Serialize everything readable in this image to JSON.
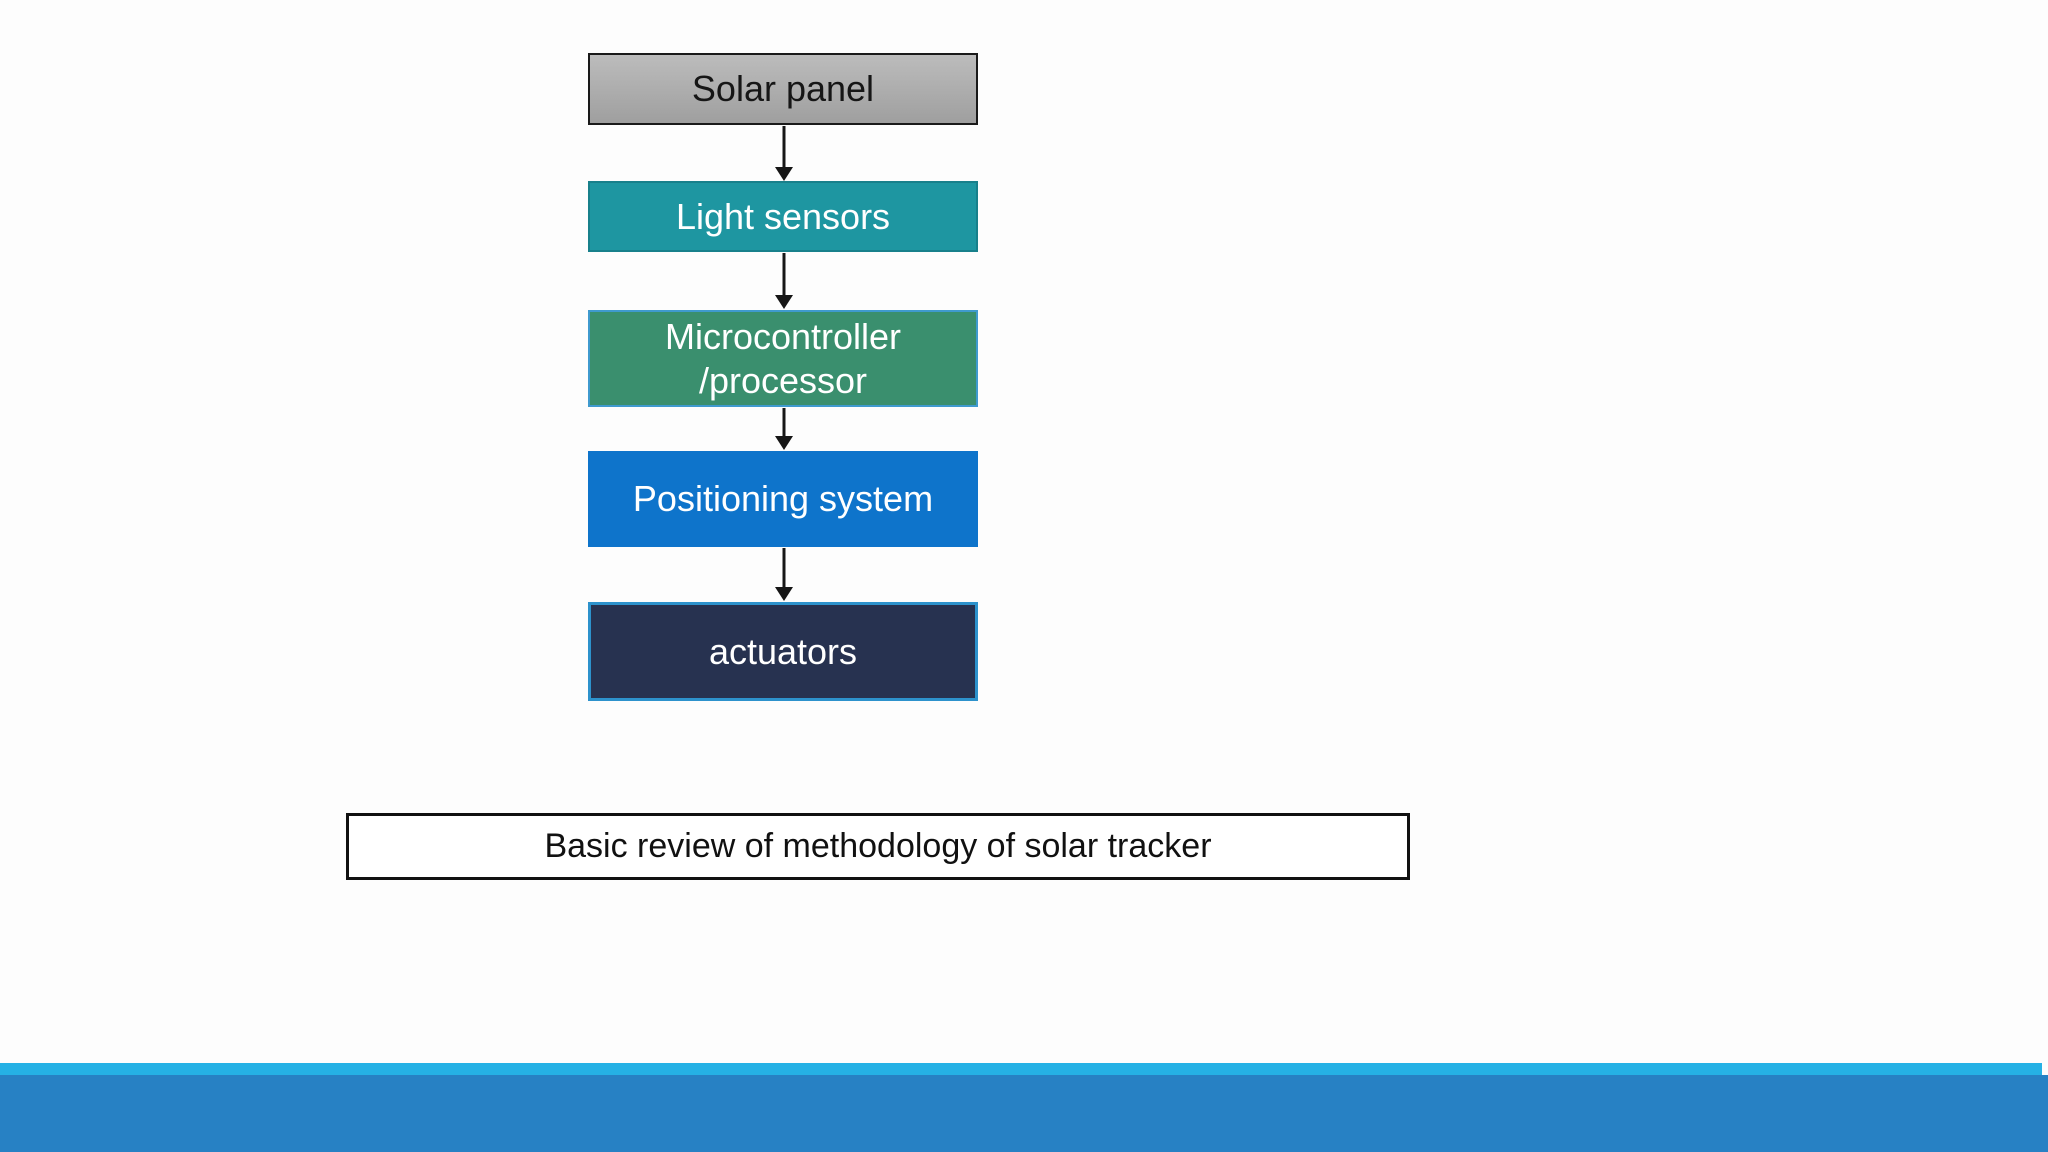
{
  "slide": {
    "background_color": "#fdfdfd",
    "flow": {
      "arrow_color": "#161616",
      "boxes": [
        {
          "id": "solar-panel",
          "label": "Solar panel",
          "fill_top": "#bcbcbc",
          "fill_bottom": "#9f9f9f",
          "border_color": "#1a1a1a",
          "text_color": "#161616"
        },
        {
          "id": "light-sensors",
          "label": "Light sensors",
          "fill": "#1e96a1",
          "border_color": "#18808b",
          "text_color": "#ffffff"
        },
        {
          "id": "microcontroller-processor",
          "label": "Microcontroller /processor",
          "lines": [
            "Microcontroller",
            "/processor"
          ],
          "fill": "#3a8f6e",
          "border_color": "#3f9ace",
          "text_color": "#ffffff"
        },
        {
          "id": "positioning-system",
          "label": "Positioning system",
          "fill": "#0e74cb",
          "border_color": "#0e74cb",
          "text_color": "#ffffff"
        },
        {
          "id": "actuators",
          "label": "actuators",
          "fill": "#273250",
          "border_color": "#2d92cc",
          "text_color": "#ffffff"
        }
      ]
    },
    "caption": {
      "text": "Basic review of methodology of solar tracker",
      "fill": "#ffffff",
      "border_color": "#111111",
      "text_color": "#111111"
    },
    "footer": {
      "light_band_color": "#25b1e5",
      "dark_band_color": "#2781c4"
    }
  }
}
